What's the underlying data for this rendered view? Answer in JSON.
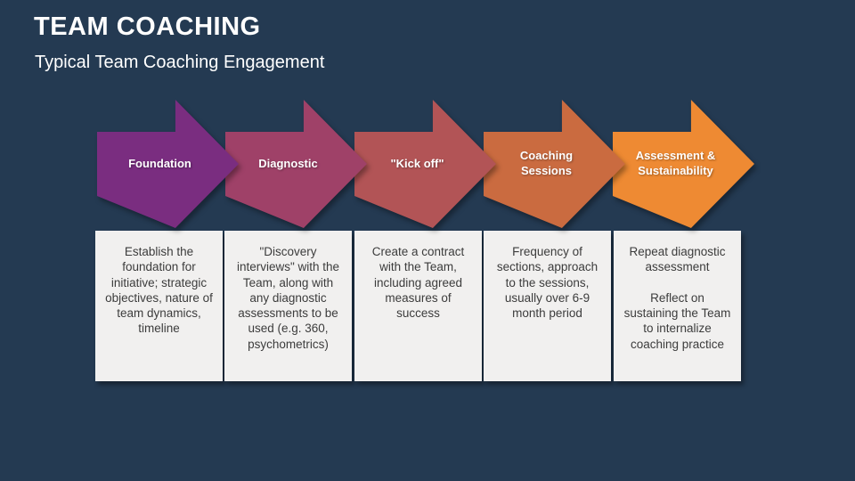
{
  "slide": {
    "title": "TEAM COACHING",
    "subtitle": "Typical Team Coaching Engagement",
    "background_color": "#243A52",
    "box_background_color": "#F1F0EF"
  },
  "steps": [
    {
      "label": "Foundation",
      "arrow_color": "#7A2D80",
      "description": "Establish the foundation for initiative; strategic objectives, nature of team dynamics, timeline"
    },
    {
      "label": "Diagnostic",
      "arrow_color": "#9F4168",
      "description": "\"Discovery interviews\" with the Team, along with any diagnostic assessments to be used (e.g. 360, psychometrics)"
    },
    {
      "label": "\"Kick off\"",
      "arrow_color": "#B25456",
      "description": "Create a contract with the Team, including agreed measures of success"
    },
    {
      "label": "Coaching Sessions",
      "arrow_color": "#CA6B40",
      "description": "Frequency of sections, approach to the sessions, usually over 6-9 month period"
    },
    {
      "label": "Assessment & Sustainability",
      "arrow_color": "#EE8A33",
      "description": "Repeat diagnostic assessment\n\nReflect on sustaining the Team to internalize coaching practice"
    }
  ]
}
